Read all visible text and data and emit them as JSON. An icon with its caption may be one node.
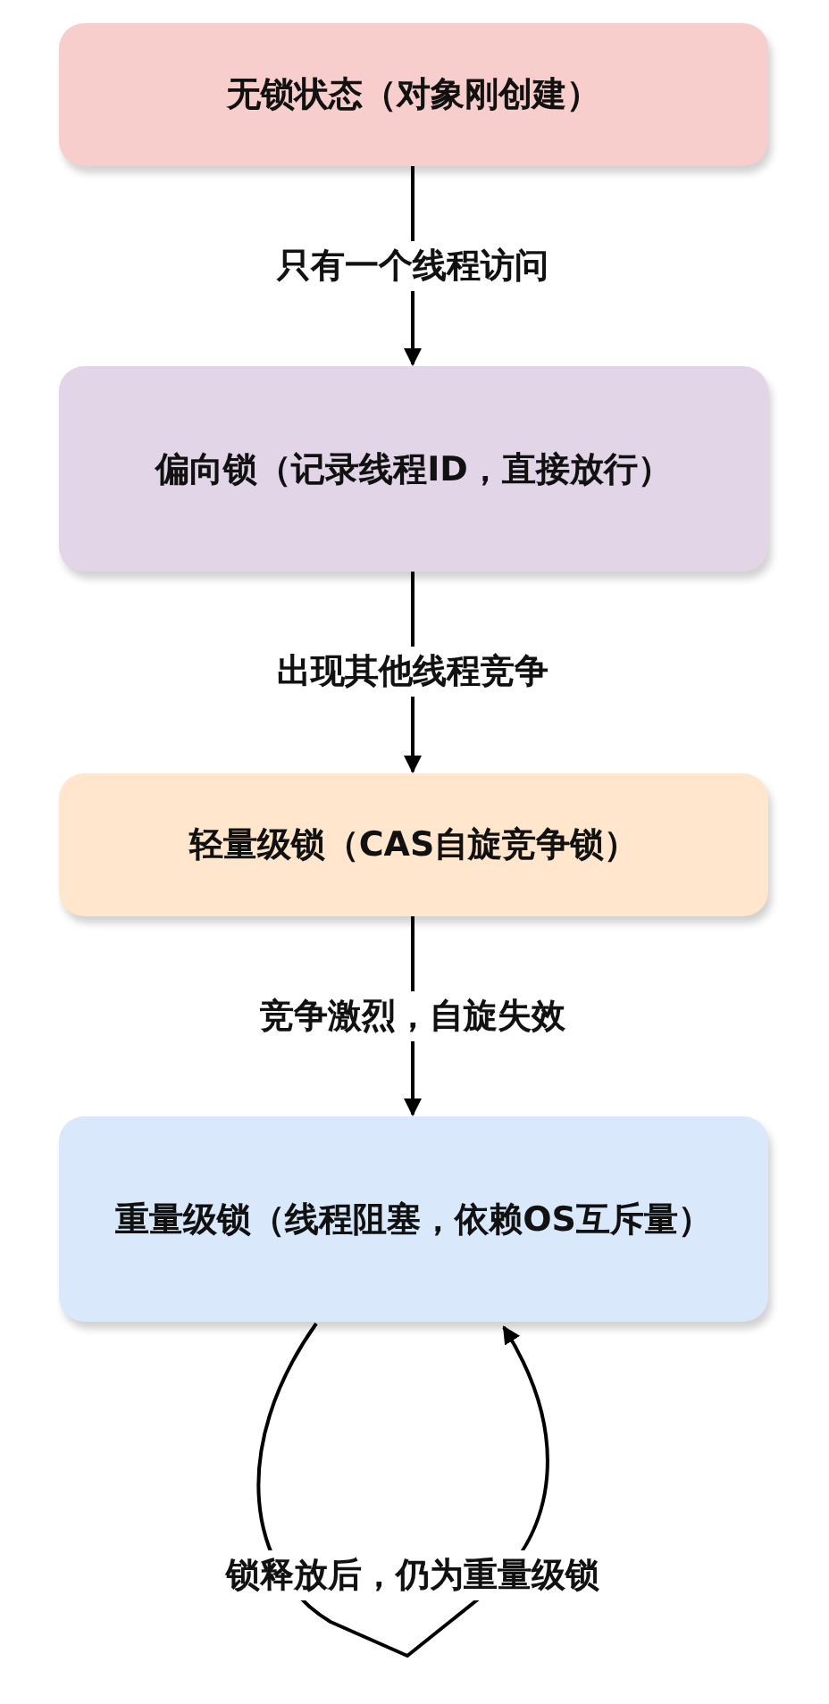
{
  "diagram": {
    "nodes": [
      {
        "text": [
          "无锁状态（对象刚创建）"
        ]
      },
      {
        "text": [
          "偏向锁（记录线程ID，直接放行）"
        ]
      },
      {
        "text": [
          "轻量级锁（CAS自旋竞争锁）"
        ]
      },
      {
        "text": [
          "重量级锁（线程阻塞，依赖OS互斥量）"
        ]
      }
    ],
    "edges": [
      {
        "from": 0,
        "to": 1,
        "arrow": "to",
        "label": "只有一个线程访问"
      },
      {
        "from": 1,
        "to": 2,
        "arrow": "to",
        "label": "出现其他线程竞争"
      },
      {
        "from": 2,
        "to": 3,
        "arrow": "to",
        "label": "竞争激烈，自旋失效"
      },
      {
        "from": 3,
        "to": 3,
        "arrow": "to",
        "label": "锁释放后，仍为重量级锁"
      }
    ]
  }
}
